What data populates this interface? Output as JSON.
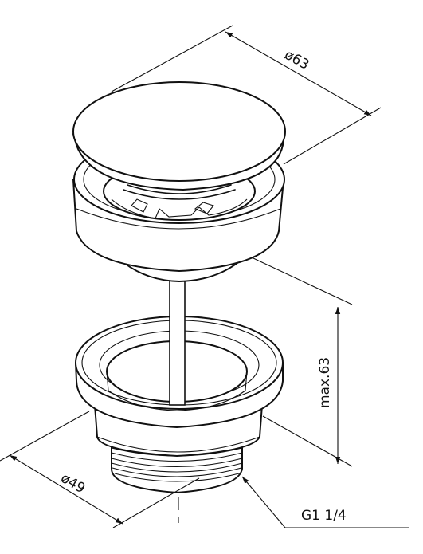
{
  "drawing": {
    "cap_diameter_label": "ø63",
    "height_label": "max.63",
    "flange_diameter_label": "ø49",
    "thread_label": "G1 1/4"
  }
}
